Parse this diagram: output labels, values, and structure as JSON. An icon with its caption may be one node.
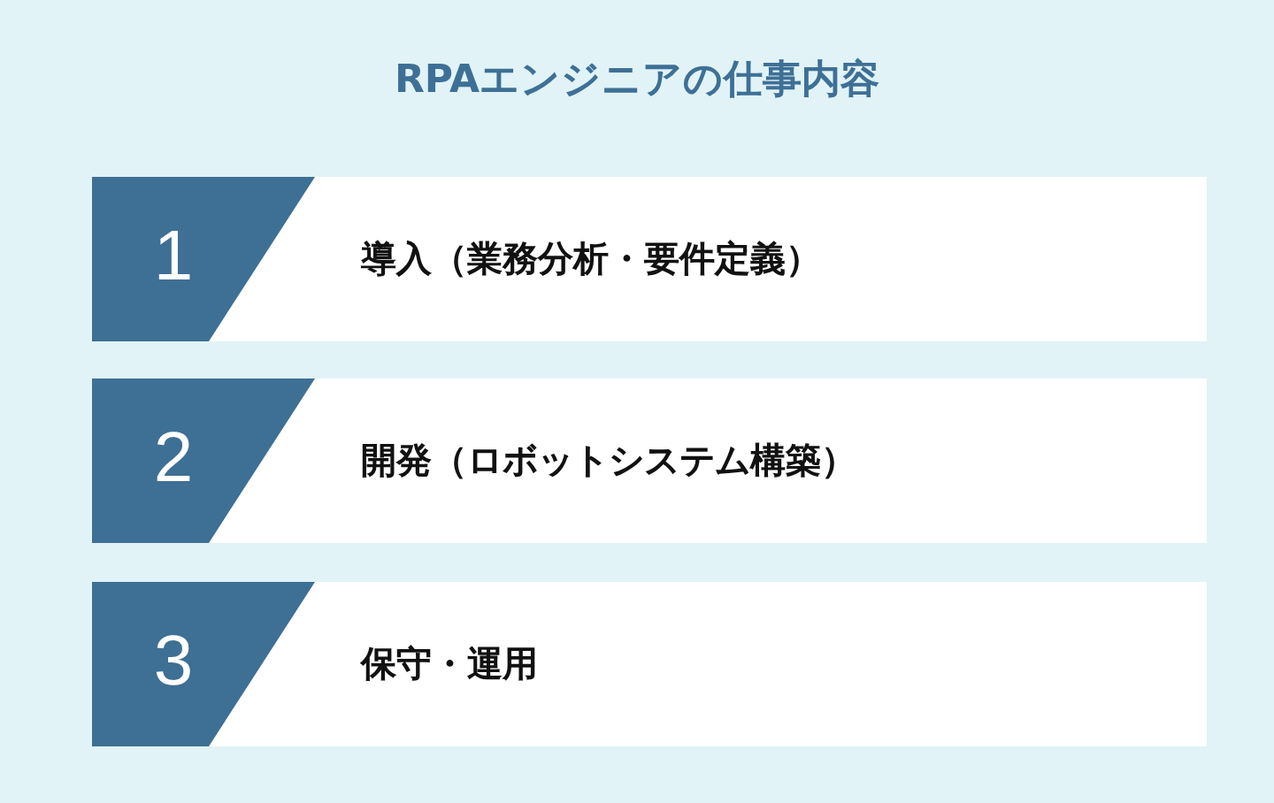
{
  "diagram": {
    "title": "RPAエンジニアの仕事内容",
    "nodes": [
      {
        "text": [
          "1",
          "導入（業務分析・要件定義）"
        ]
      },
      {
        "text": [
          "2",
          "開発（ロボットシステム構築）"
        ]
      },
      {
        "text": [
          "3",
          "保守・運用"
        ]
      }
    ]
  }
}
